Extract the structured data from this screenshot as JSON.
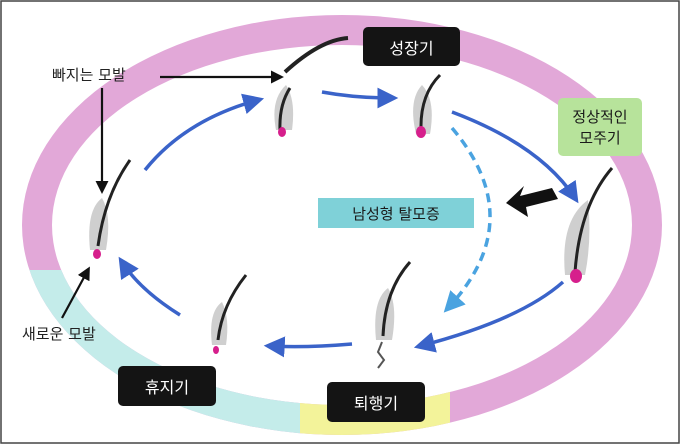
{
  "labels": {
    "falling_hair": "빠지는 모발",
    "new_hair": "새로운 모발",
    "growth": "성장기",
    "normal_cycle_line1": "정상적인",
    "normal_cycle_line2": "모주기",
    "androgenic_alopecia": "남성형 탈모증",
    "rest": "휴지기",
    "regression": "퇴행기"
  },
  "colors": {
    "growth_band": "#e2a8d8",
    "rest_band": "#c4ecea",
    "regression_band": "#f3f39a",
    "cycle_arrow": "#3a63c9",
    "alopecia_arrow": "#4aa3e0",
    "label_box_dark": "#141414",
    "label_box_green": "#b7e39b",
    "label_box_teal": "#7fd1d8",
    "follicle_bulb": "#d61f8c"
  }
}
